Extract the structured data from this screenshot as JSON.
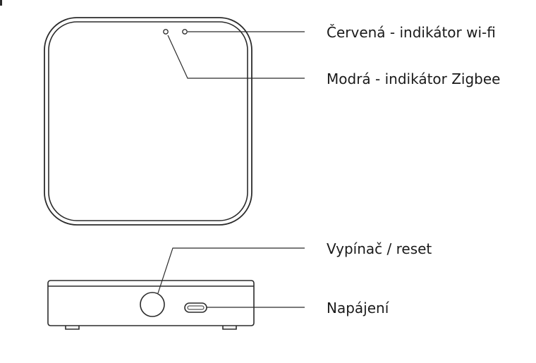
{
  "labels": {
    "wifi_indicator": "Červená - indikátor wi-fi",
    "zigbee_indicator": "Modrá - indikátor Zigbee",
    "power_reset": "Vypínač / reset",
    "power_input": "Napájení"
  },
  "colors": {
    "stroke": "#2b2b2b",
    "text": "#1a1a1a",
    "background": "#ffffff"
  }
}
